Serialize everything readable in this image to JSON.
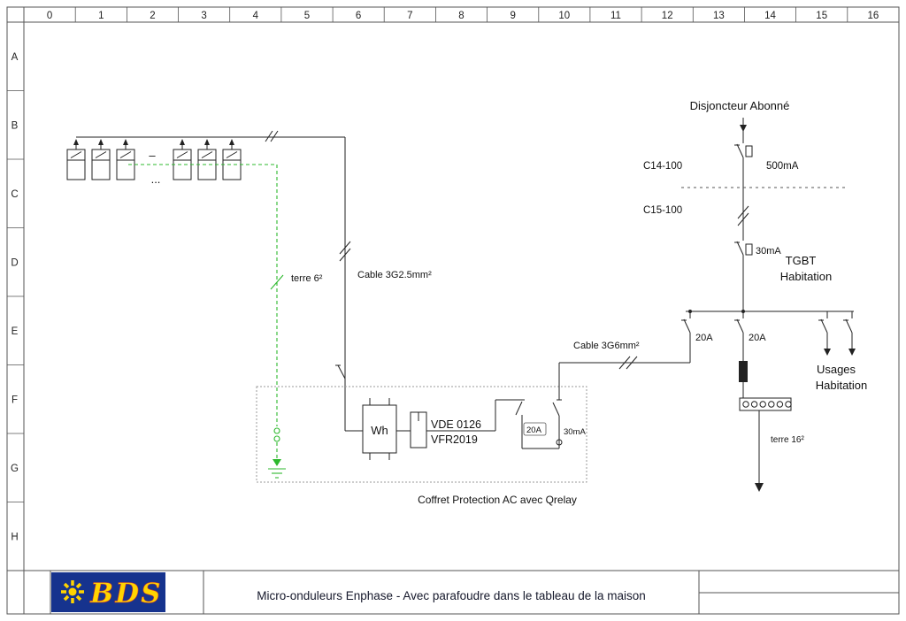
{
  "frame": {
    "columns": [
      "0",
      "1",
      "2",
      "3",
      "4",
      "5",
      "6",
      "7",
      "8",
      "9",
      "10",
      "11",
      "12",
      "13",
      "14",
      "15",
      "16"
    ],
    "rows": [
      "A",
      "B",
      "C",
      "D",
      "E",
      "F",
      "G",
      "H"
    ]
  },
  "titleblock": {
    "logo_text": "BDS",
    "title": "Micro-onduleurs Enphase - Avec parafoudre dans le tableau de la maison"
  },
  "pv": {
    "ellipsis": "...",
    "continuation_dash": "–"
  },
  "labels": {
    "disjoncteur_abonne": "Disjoncteur Abonné",
    "c14_100": "C14-100",
    "ma_500": "500mA",
    "c15_100": "C15-100",
    "ma_30_main": "30mA",
    "tgbt_line1": "TGBT",
    "tgbt_line2": "Habitation",
    "breaker_20a_left": "20A",
    "breaker_20a_spd": "20A",
    "usages_line1": "Usages",
    "usages_line2": "Habitation",
    "terre_16": "terre 16²",
    "cable_3g6": "Cable 3G6mm²",
    "cable_3g25": "Cable 3G2.5mm²",
    "terre_6": "terre 6²",
    "wh_meter": "Wh",
    "vde_line1": "VDE 0126",
    "vde_line2": "VFR2019",
    "breaker_20a_coffret": "20A",
    "rcd_30ma_coffret": "30mA",
    "coffret_caption": "Coffret Protection AC avec Qrelay"
  },
  "colors": {
    "wire": "#222222",
    "earth_green": "#2db82d",
    "logo_bg": "#16338e",
    "logo_yellow": "#ffd400"
  }
}
